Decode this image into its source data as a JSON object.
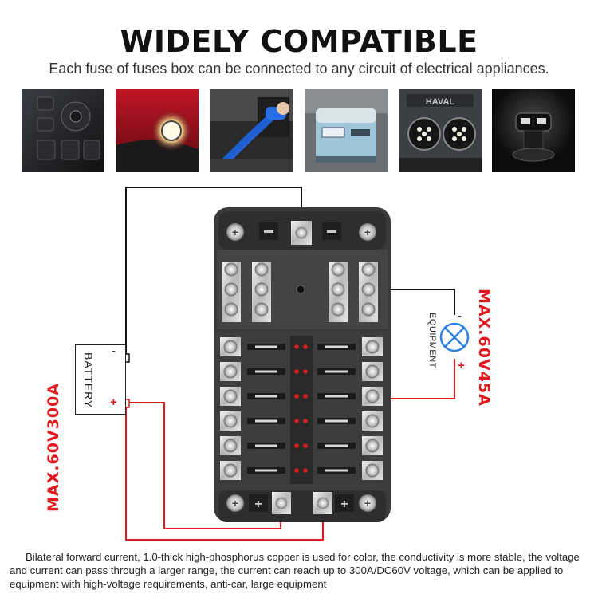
{
  "header": {
    "title": "WIDELY COMPATIBLE",
    "subtitle": "Each fuse of fuses box can be connected to any circuit of electrical appliances."
  },
  "gallery": {
    "items": [
      {
        "icon": "car-dashboard-switches-icon"
      },
      {
        "icon": "fog-light-icon"
      },
      {
        "icon": "car-vacuum-cleaner-icon"
      },
      {
        "icon": "car-fridge-icon"
      },
      {
        "icon": "offroad-led-lights-icon"
      },
      {
        "icon": "usb-car-charger-icon"
      }
    ],
    "haval_badge": "HAVAL"
  },
  "diagram": {
    "battery_label": "BATTERY",
    "battery_rating": "MAX.60V300A",
    "equipment_label": "EQUIPMENT",
    "equipment_rating": "MAX.60V45A",
    "minus": "-",
    "plus": "+",
    "fuse_rows": 6,
    "colors": {
      "wire_negative": "#111111",
      "wire_positive": "#e0191f",
      "rating_text": "#e0191f",
      "box_body": "#3a3a3a",
      "lamp": "#2d7fe0",
      "indicator_led": "#d81e1e"
    }
  },
  "footer": {
    "description": "Bilateral forward current, 1.0-thick high-phosphorus copper is used for color, the conductivity is more stable, the voltage and current can pass through a larger range, the current can reach up to 300A/DC60V voltage, which can be applied to equipment with high-voltage requirements, anti-car, large equipment"
  }
}
